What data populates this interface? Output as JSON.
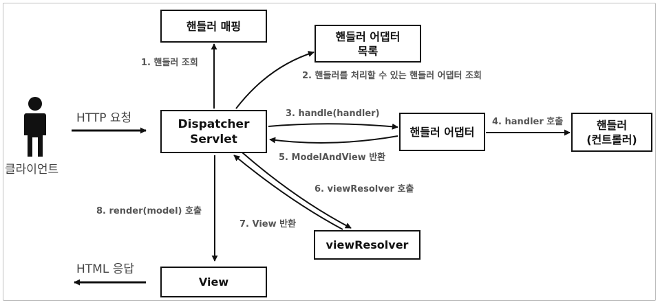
{
  "nodes": {
    "handler_mapping": "핸들러 매핑",
    "adapter_list_line1": "핸들러 어댑터",
    "adapter_list_line2": "목록",
    "dispatcher_line1": "Dispatcher",
    "dispatcher_line2": "Servlet",
    "handler_adapter": "핸들러 어댑터",
    "handler_line1": "핸들러",
    "handler_line2": "(컨트롤러)",
    "view_resolver": "viewResolver",
    "view": "View"
  },
  "actor": {
    "label": "클라이언트"
  },
  "edges": {
    "http_request": "HTTP 요청",
    "html_response": "HTML 응답",
    "step1": "1. 핸들러 조회",
    "step2": "2. 핸들러를 처리할 수 있는 핸들러 어댑터 조회",
    "step3": "3. handle(handler)",
    "step4": "4. handler 호출",
    "step5": "5. ModelAndView 반환",
    "step6": "6. viewResolver 호출",
    "step7": "7. View 반환",
    "step8": "8. render(model) 호출"
  }
}
